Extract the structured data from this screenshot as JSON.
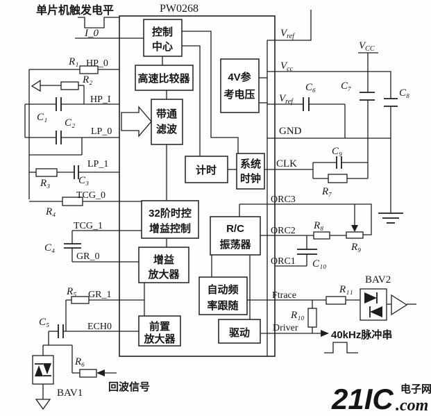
{
  "header": {
    "chip_title": "PW0268",
    "mcu_trigger": "单片机触发电平"
  },
  "blocks": {
    "control_center": {
      "l1": "控制",
      "l2": "中心"
    },
    "comparator": {
      "l1": "高速比较器"
    },
    "bandpass": {
      "l1": "带通",
      "l2": "滤波"
    },
    "vref4": {
      "l1": "4V参",
      "l2": "考电压"
    },
    "timer": {
      "l1": "计时"
    },
    "sysclock": {
      "l1": "系统",
      "l2": "时钟"
    },
    "tgc": {
      "l1": "32阶时控",
      "l2": "增益控制"
    },
    "rc_osc": {
      "l1": "R/C",
      "l2": "振荡器"
    },
    "gain_amp": {
      "l1": "增益",
      "l2": "放大器"
    },
    "afc": {
      "l1": "自动频",
      "l2": "率跟随"
    },
    "preamp": {
      "l1": "前置",
      "l2": "放大器"
    },
    "driver": {
      "l1": "驱动"
    }
  },
  "pins": {
    "left": {
      "i0": "I_0",
      "hp0": "HP_0",
      "hpi": "HP_I",
      "lp0": "LP_0",
      "lp1": "LP_1",
      "tcg0": "TCG_0",
      "tcg1": "TCG_1",
      "gr0": "GR_0",
      "gr1": "GR_1",
      "ech0": "ECH0"
    },
    "right": {
      "gnd": "GND",
      "clk": "CLK",
      "orc3": "ORC3",
      "orc2": "ORC2",
      "orc1": "ORC1",
      "ftrace": "Ftrace",
      "driver": "Driver"
    }
  },
  "vlabels": {
    "vref_top": {
      "sym": "V",
      "sub": "ref"
    },
    "vcc_pin": {
      "sym": "V",
      "sub": "cc"
    },
    "vref_mid": {
      "sym": "V",
      "sub": "ref"
    },
    "vcc_rail": {
      "sym": "V",
      "sub": "CC"
    }
  },
  "parts": {
    "r1": "R₁",
    "r2": "R₂",
    "r3": "R₃",
    "r4": "R₄",
    "r5": "R₅",
    "r6": "R₆",
    "r7": "R₇",
    "r8": "R₈",
    "r9": "R₉",
    "r10": "R₁₀",
    "r11": "R₁₁",
    "c1": "C₁",
    "c2": "C₂",
    "c3": "C₃",
    "c4": "C₄",
    "c5": "C₅",
    "c6": "C₆",
    "c7": "C₇",
    "c8": "C₈",
    "c9": "C₉",
    "c10": "C₁₀",
    "bav1": "BAV1",
    "bav2": "BAV2"
  },
  "signals": {
    "echo": "回波信号",
    "pulse_train": "40kHz脉冲串"
  },
  "watermark": {
    "brand": "21IC",
    "site": "电子网",
    "domain": ".com"
  },
  "colors": {
    "watermark_red": "#c5262c",
    "watermark_pink": "#e0868e",
    "line": "#1d1d1d"
  }
}
